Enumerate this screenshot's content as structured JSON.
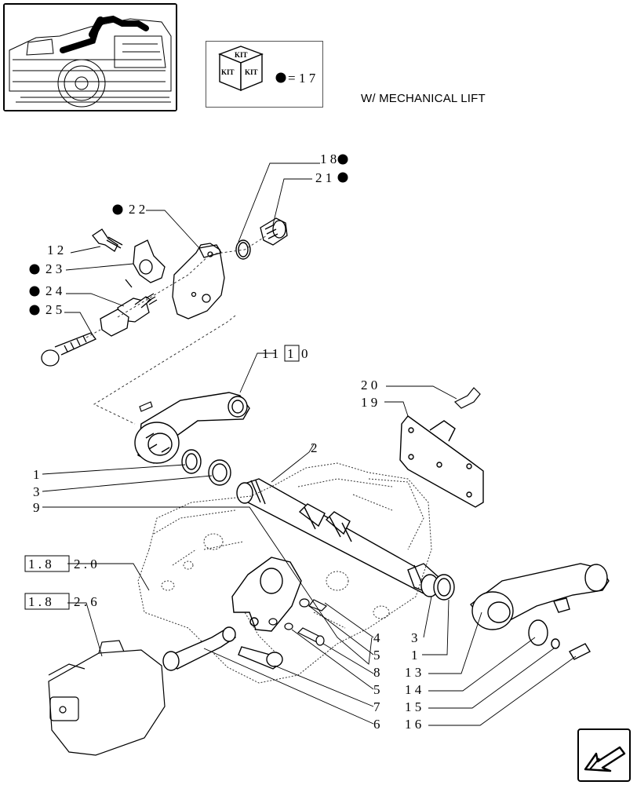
{
  "header": {
    "subtitle": "W/ MECHANICAL LIFT",
    "kit_legend": {
      "kit_labels": [
        "KIT",
        "KIT",
        "KIT"
      ],
      "equals": "=",
      "value": "1 7"
    }
  },
  "callouts": {
    "c18": "1 8",
    "c21": "2 1",
    "c22": "2 2",
    "c12": "1 2",
    "c23": "2 3",
    "c24": "2 4",
    "c25": "2 5",
    "c110_prefix": "1 1",
    "c110_boxed": "1",
    "c110_suffix": "0",
    "c20": "2 0",
    "c19": "1 9",
    "c2": "2",
    "c1a": "1",
    "c3a": "3",
    "c9": "9",
    "ref182_box": "1 . 8",
    "ref182_rest": "2 . 0",
    "ref826_box": "1 . 8",
    "ref826_rest": "2 . 6",
    "c4": "4",
    "c5a": "5",
    "c8": "8",
    "c5b": "5",
    "c7": "7",
    "c6": "6",
    "c3b": "3",
    "c1b": "1",
    "c13": "1 3",
    "c14": "1 4",
    "c15": "1 5",
    "c16": "1 6"
  },
  "colors": {
    "ink": "#000000",
    "dotted": "#333333"
  }
}
